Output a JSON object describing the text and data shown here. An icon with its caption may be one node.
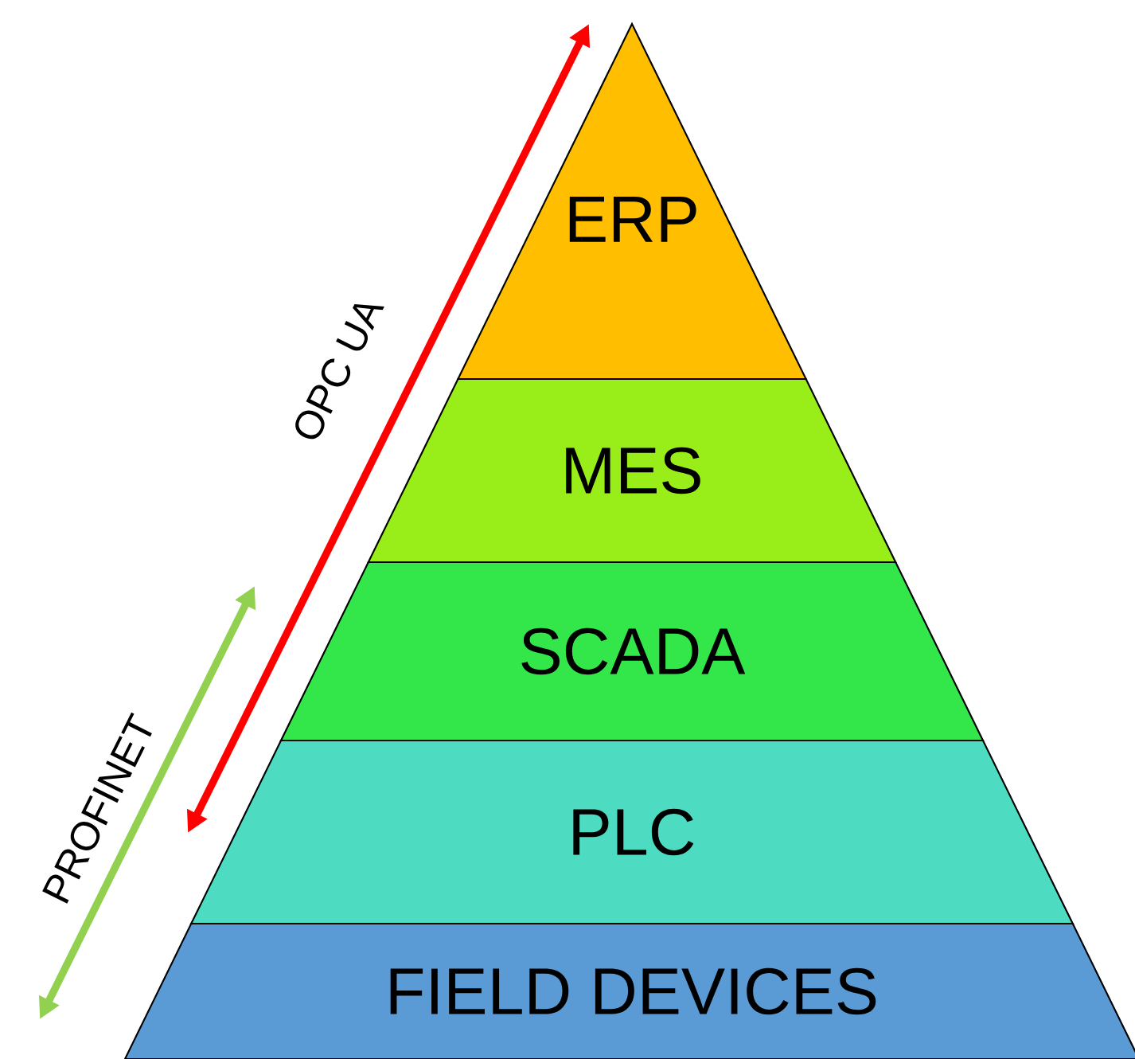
{
  "diagram": {
    "nodes": [
      {
        "text": [
          "ERP"
        ]
      },
      {
        "text": [
          "MES"
        ]
      },
      {
        "text": [
          "SCADA"
        ]
      },
      {
        "text": [
          "PLC"
        ]
      },
      {
        "text": [
          "FIELD DEVICES"
        ]
      }
    ],
    "labels": [
      "OPC UA",
      "PROFINET"
    ]
  }
}
